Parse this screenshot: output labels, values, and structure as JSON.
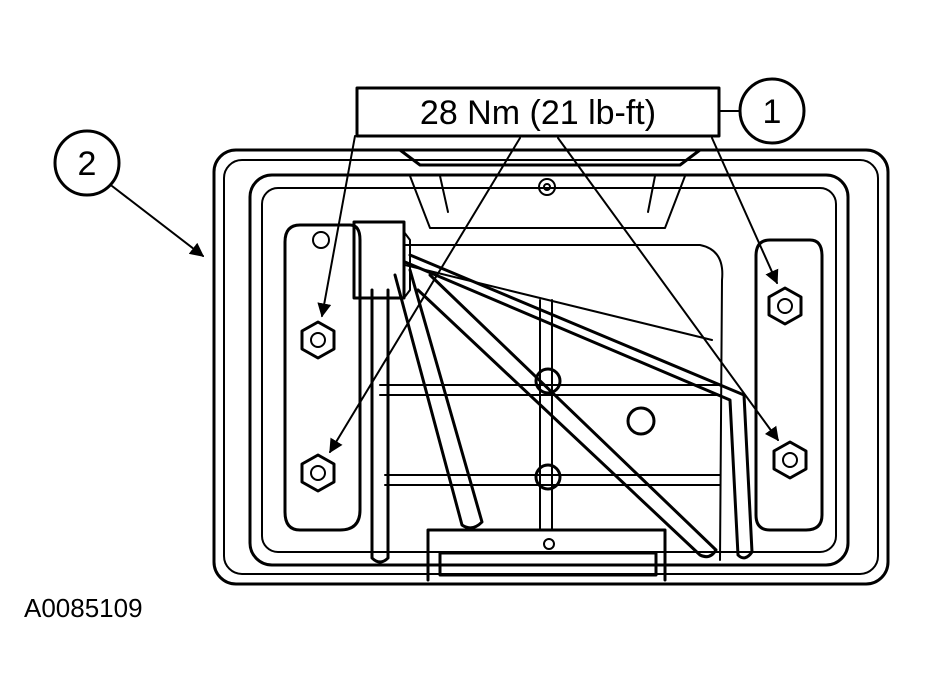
{
  "callouts": [
    {
      "id": "1",
      "label": "1"
    },
    {
      "id": "2",
      "label": "2"
    }
  ],
  "torque_label": "28 Nm (21 lb-ft)",
  "figure_id": "A0085109"
}
